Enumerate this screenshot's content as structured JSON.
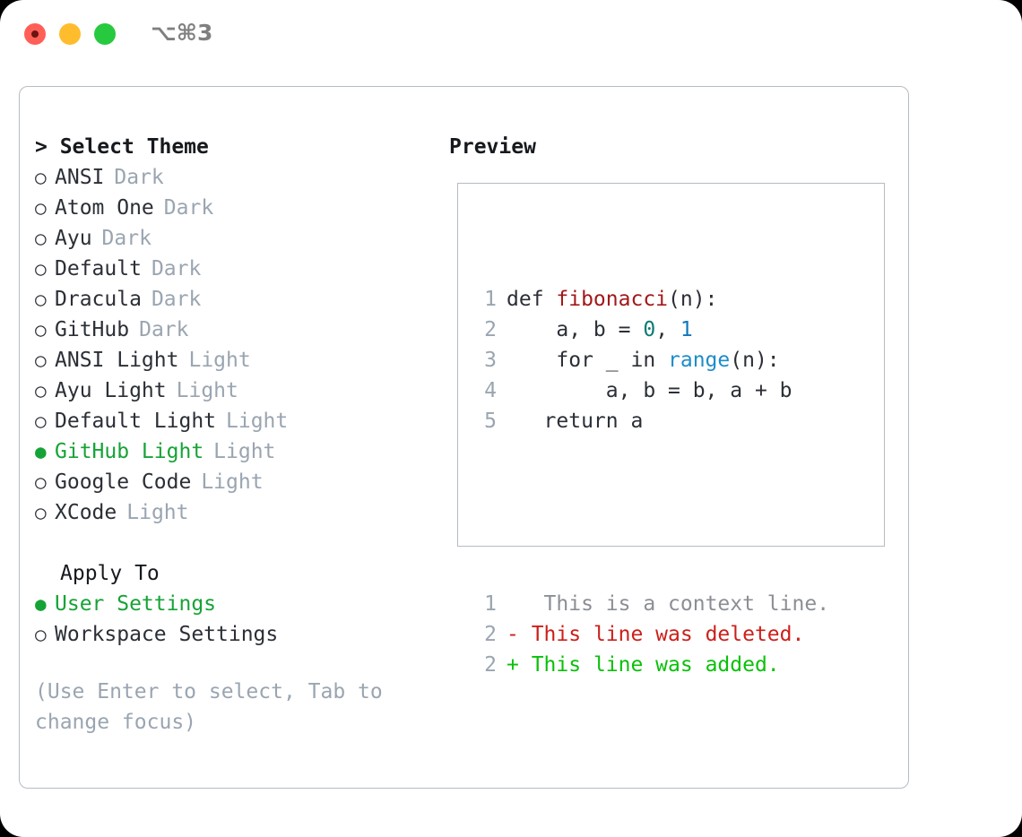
{
  "window": {
    "shortcut": "⌥⌘3",
    "traffic_lights": [
      "close-red",
      "minimize-yellow",
      "maximize-green"
    ]
  },
  "theme_section": {
    "prompt": "> ",
    "title": "Select Theme",
    "focused": true,
    "items": [
      {
        "marker": "○",
        "label": "ANSI",
        "badge": "Dark",
        "selected": false
      },
      {
        "marker": "○",
        "label": "Atom One",
        "badge": "Dark",
        "selected": false
      },
      {
        "marker": "○",
        "label": "Ayu",
        "badge": "Dark",
        "selected": false
      },
      {
        "marker": "○",
        "label": "Default",
        "badge": "Dark",
        "selected": false
      },
      {
        "marker": "○",
        "label": "Dracula",
        "badge": "Dark",
        "selected": false
      },
      {
        "marker": "○",
        "label": "GitHub",
        "badge": "Dark",
        "selected": false
      },
      {
        "marker": "○",
        "label": "ANSI Light",
        "badge": "Light",
        "selected": false
      },
      {
        "marker": "○",
        "label": "Ayu Light",
        "badge": "Light",
        "selected": false
      },
      {
        "marker": "○",
        "label": "Default Light",
        "badge": "Light",
        "selected": false
      },
      {
        "marker": "●",
        "label": "GitHub Light",
        "badge": "Light",
        "selected": true
      },
      {
        "marker": "○",
        "label": "Google Code",
        "badge": "Light",
        "selected": false
      },
      {
        "marker": "○",
        "label": "XCode",
        "badge": "Light",
        "selected": false
      }
    ]
  },
  "apply_section": {
    "title": "Apply To",
    "focused": false,
    "items": [
      {
        "marker": "●",
        "label": "User Settings",
        "selected": true
      },
      {
        "marker": "○",
        "label": "Workspace Settings",
        "selected": false
      }
    ]
  },
  "hint": "(Use Enter to select, Tab to\nchange focus)",
  "preview": {
    "title": "Preview",
    "code_lines": [
      {
        "number": "1",
        "tokens": [
          {
            "text": "def ",
            "type": "plain"
          },
          {
            "text": "fibonacci",
            "type": "fn"
          },
          {
            "text": "(n):",
            "type": "plain"
          }
        ]
      },
      {
        "number": "2",
        "tokens": [
          {
            "text": "    a, b = ",
            "type": "plain"
          },
          {
            "text": "0",
            "type": "num0"
          },
          {
            "text": ", ",
            "type": "plain"
          },
          {
            "text": "1",
            "type": "num1"
          }
        ]
      },
      {
        "number": "3",
        "tokens": [
          {
            "text": "    for _ in ",
            "type": "plain"
          },
          {
            "text": "range",
            "type": "call"
          },
          {
            "text": "(n):",
            "type": "plain"
          }
        ]
      },
      {
        "number": "4",
        "tokens": [
          {
            "text": "        a, b = b, a + b",
            "type": "plain"
          }
        ]
      },
      {
        "number": "5",
        "tokens": [
          {
            "text": "   return a",
            "type": "plain"
          }
        ]
      }
    ],
    "diff_lines": [
      {
        "number": "1",
        "sign": " ",
        "text": "  This is a context line.",
        "kind": "context"
      },
      {
        "number": "2",
        "sign": "-",
        "text": " This line was deleted.",
        "kind": "deleted"
      },
      {
        "number": "2",
        "sign": "+",
        "text": " This line was added.",
        "kind": "added"
      }
    ]
  },
  "colors": {
    "selected_green": "#16a336",
    "diff_add_green": "#0ac00a",
    "diff_del_red": "#cc1f1a",
    "function_red": "#a3181a",
    "number_teal": "#0b7a72",
    "number_blue": "#1077bd",
    "call_blue": "#1e8ccb",
    "muted_gray": "#9aa5b1",
    "border_gray": "#b4bcc6"
  }
}
